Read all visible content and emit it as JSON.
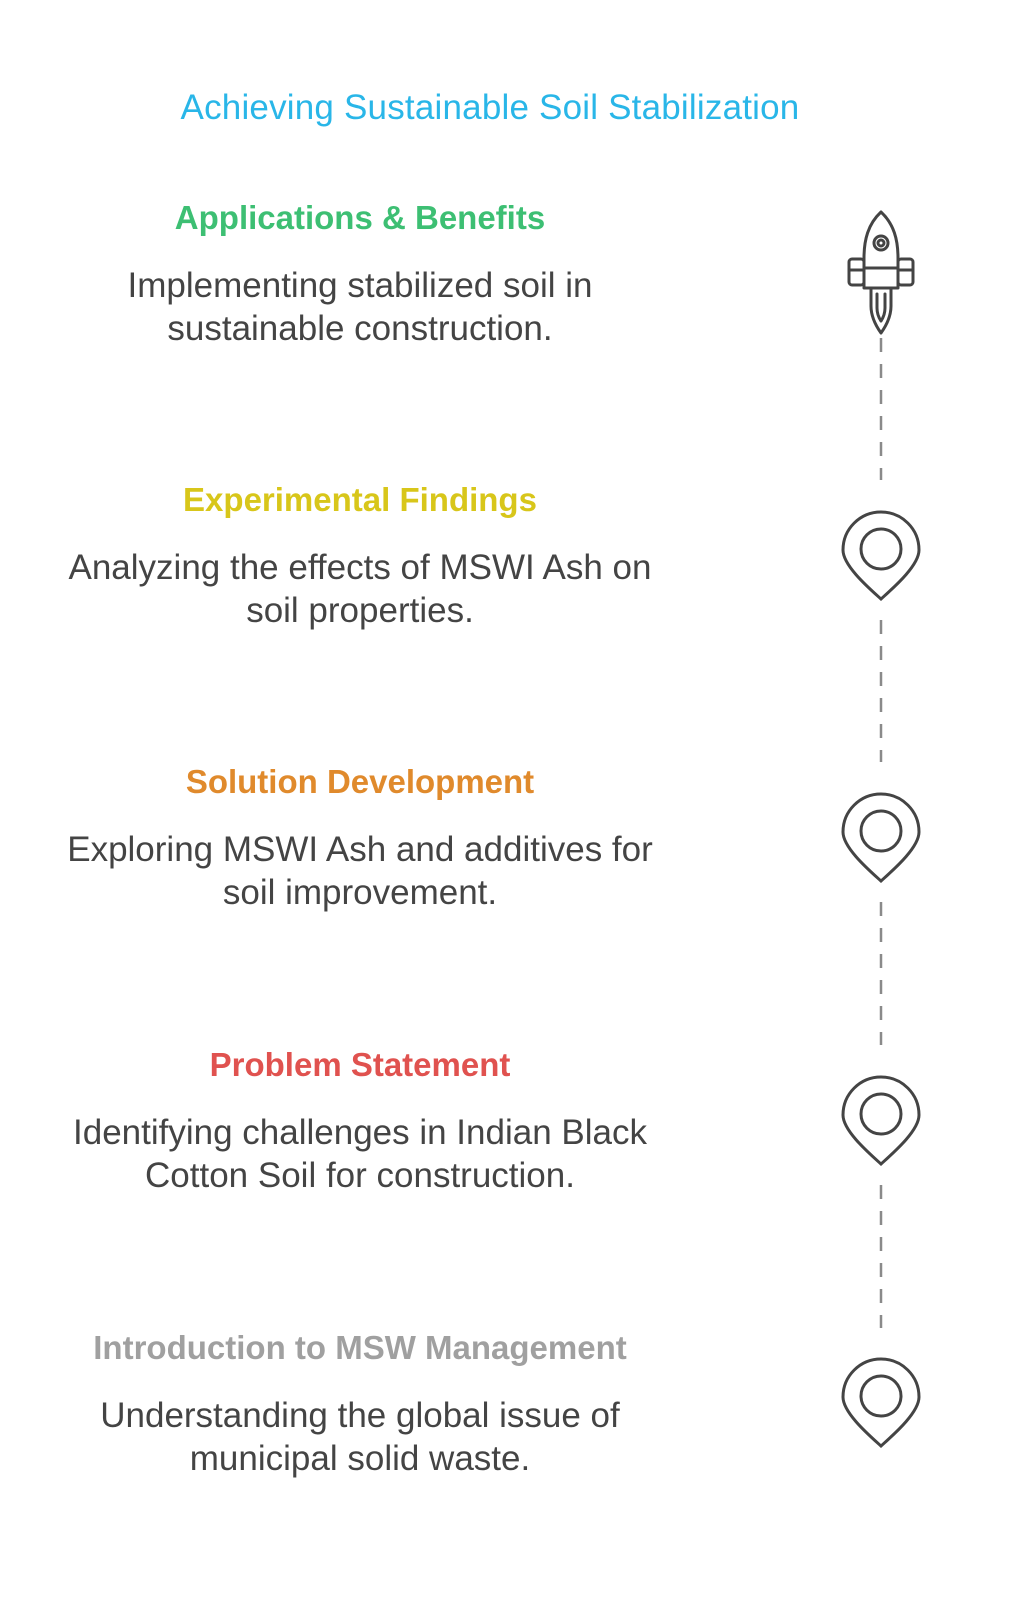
{
  "title": "Achieving Sustainable Soil Stabilization",
  "steps": [
    {
      "title": "Applications & Benefits",
      "description": "Implementing stabilized soil in sustainable construction.",
      "color": "#3dbf73",
      "icon": "rocket-icon"
    },
    {
      "title": "Experimental Findings",
      "description": "Analyzing the effects of MSWI Ash on soil properties.",
      "color": "#d8c61a",
      "icon": "location-pin-icon"
    },
    {
      "title": "Solution Development",
      "description": "Exploring MSWI Ash and additives for soil improvement.",
      "color": "#e08a2c",
      "icon": "location-pin-icon"
    },
    {
      "title": "Problem Statement",
      "description": "Identifying challenges in Indian Black Cotton Soil for construction.",
      "color": "#e0524f",
      "icon": "location-pin-icon"
    },
    {
      "title": "Introduction to MSW Management",
      "description": "Understanding the global issue of municipal solid waste.",
      "color": "#a0a0a0",
      "icon": "location-pin-icon"
    }
  ],
  "icon_color": "#444444",
  "connector_color": "#8a8a8a"
}
